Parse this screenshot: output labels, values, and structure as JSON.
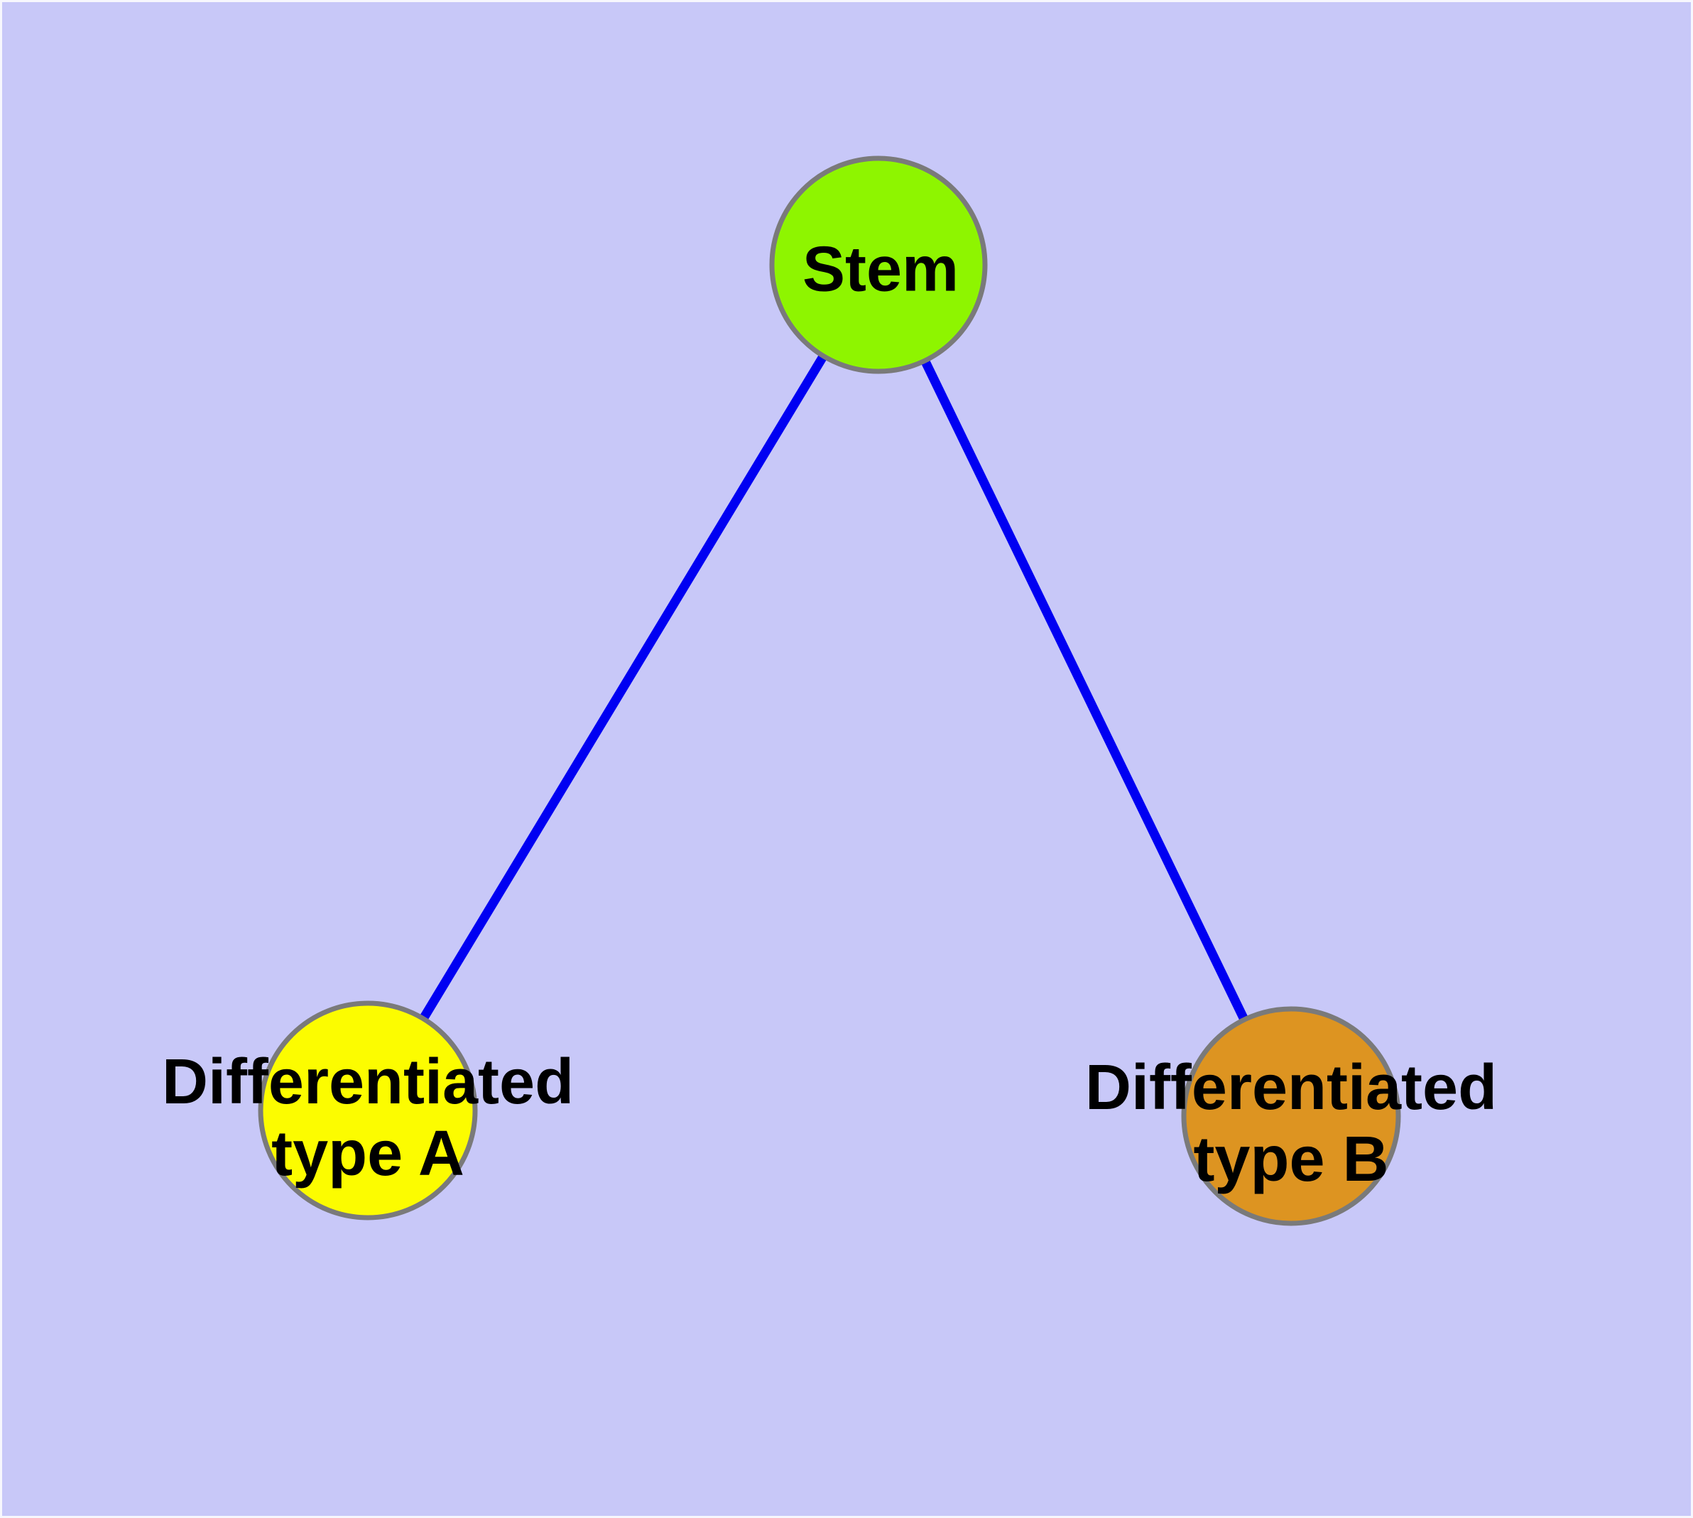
{
  "diagram": {
    "type": "node-link-graph",
    "background_color": "#C8C8F8",
    "frame_border_color": "#F7F7FD",
    "edge_color": "#0000F2",
    "node_border_color": "#7A7A7A",
    "label_color": "#000000",
    "nodes": {
      "stem": {
        "label": "Stem",
        "color": "#8EF500",
        "shape": "circle"
      },
      "type_a": {
        "label": "Differentiated\ntype A",
        "color": "#FCFC00",
        "shape": "circle"
      },
      "type_b": {
        "label": "Differentiated\ntype B",
        "color": "#DD9421",
        "shape": "circle"
      }
    },
    "edges": [
      {
        "from": "Stem",
        "to": "Differentiated type A"
      },
      {
        "from": "Stem",
        "to": "Differentiated type B"
      }
    ]
  }
}
